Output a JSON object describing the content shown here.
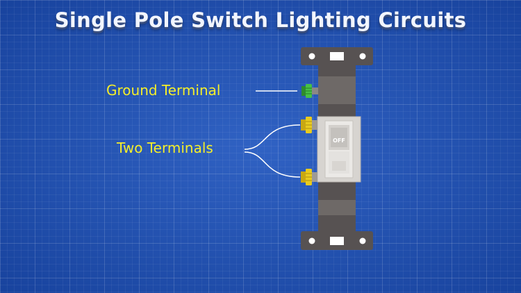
{
  "title": "Single Pole Switch Lighting Circuits",
  "labels": {
    "ground_terminal": "Ground Terminal",
    "two_terminals": "Two Terminals"
  },
  "switch": {
    "toggle_text": "OFF"
  },
  "colors": {
    "background": "#1f51b1",
    "label_text": "#f4ee2a",
    "title_text": "#f2f6ff",
    "ground_screw": "#3cb43c",
    "brass_screw": "#e4c81e",
    "strap": "#585252",
    "switch_body": "#d6d3cf"
  }
}
